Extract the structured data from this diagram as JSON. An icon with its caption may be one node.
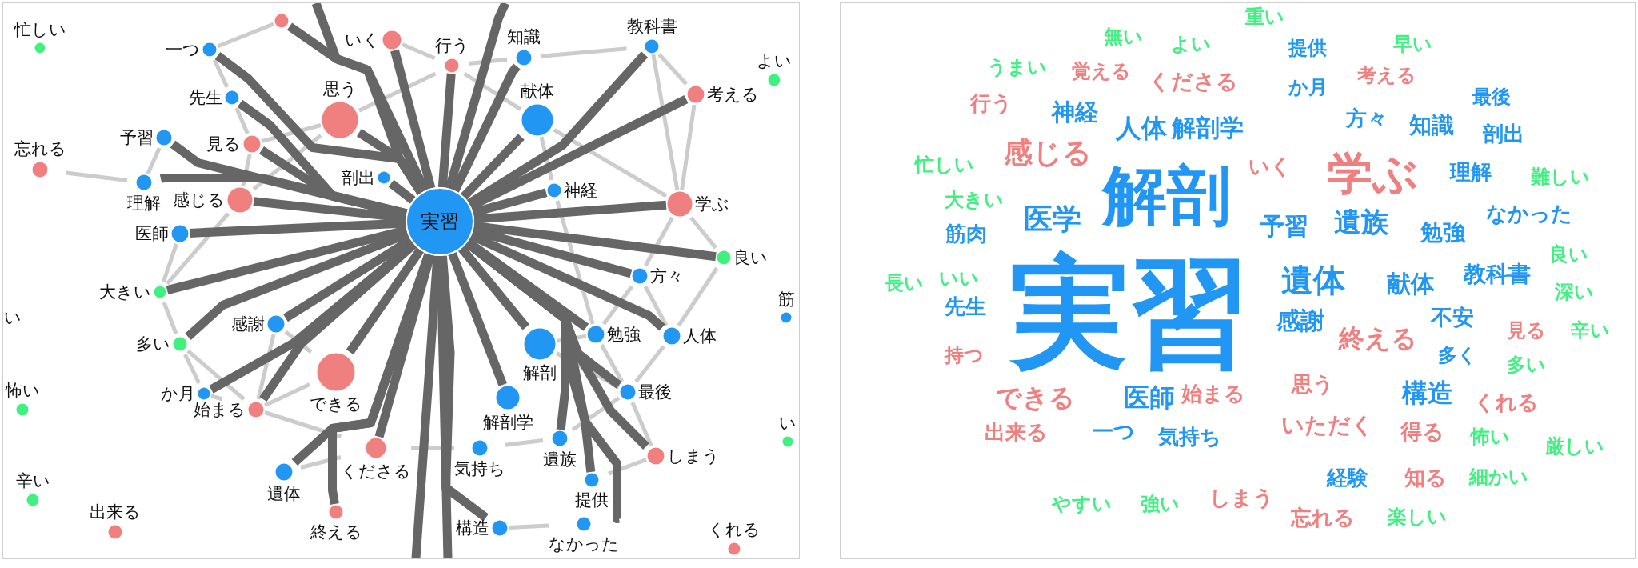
{
  "diagram": {
    "nodes": [
      {
        "text": [],
        "shape": "circle"
      },
      {
        "text": [
          "いく"
        ]
      },
      {
        "text": [
          "忙しい"
        ]
      },
      {
        "text": [
          "一つ"
        ]
      },
      {
        "text": [
          "行う"
        ]
      },
      {
        "text": [
          "知識"
        ]
      },
      {
        "text": [
          "教科書"
        ]
      },
      {
        "text": [
          "よい"
        ]
      },
      {
        "text": [
          "先生"
        ]
      },
      {
        "text": [
          "献体"
        ]
      },
      {
        "text": [
          "考える"
        ]
      },
      {
        "text": [
          "見る"
        ]
      },
      {
        "text": [
          "思う"
        ]
      },
      {
        "text": [
          "予習"
        ]
      },
      {
        "text": [
          "忘れる"
        ]
      },
      {
        "text": [
          "剖出"
        ]
      },
      {
        "text": [
          "理解"
        ]
      },
      {
        "text": [
          "神経"
        ]
      },
      {
        "text": [
          "感じる"
        ]
      },
      {
        "text": [
          "学ぶ"
        ]
      },
      {
        "text": [
          "実習"
        ]
      },
      {
        "text": [
          "医師"
        ]
      },
      {
        "text": [
          "良い"
        ]
      },
      {
        "text": [
          "方々"
        ]
      },
      {
        "text": [
          "大きい"
        ]
      },
      {
        "text": [
          "い"
        ]
      },
      {
        "text": [
          "筋"
        ]
      },
      {
        "text": [
          "勉強"
        ]
      },
      {
        "text": [
          "感謝"
        ]
      },
      {
        "text": [
          "多い"
        ]
      },
      {
        "text": [
          "人体"
        ]
      },
      {
        "text": [
          "解剖"
        ]
      },
      {
        "text": [
          "できる"
        ]
      },
      {
        "text": [
          "解剖学"
        ]
      },
      {
        "text": [
          "最後"
        ]
      },
      {
        "text": [
          "か月"
        ]
      },
      {
        "text": [
          "始まる"
        ]
      },
      {
        "text": [
          "怖い"
        ]
      },
      {
        "text": [
          "遺族"
        ]
      },
      {
        "text": [
          "気持ち"
        ]
      },
      {
        "text": [
          "くださる"
        ]
      },
      {
        "text": [
          "い"
        ]
      },
      {
        "text": [
          "提供"
        ]
      },
      {
        "text": [
          "しまう"
        ]
      },
      {
        "text": [
          "遺体"
        ]
      },
      {
        "text": [
          "終える"
        ]
      },
      {
        "text": [
          "なかった"
        ]
      },
      {
        "text": [
          "辛い"
        ]
      },
      {
        "text": [
          "出来る"
        ]
      },
      {
        "text": [
          "構造"
        ]
      },
      {
        "text": [
          "くれる"
        ]
      }
    ],
    "edges": [
      {
        "from": 20,
        "to": 0,
        "arrow": "none",
        "style": "thick",
        "color": "#666666"
      },
      {
        "from": 20,
        "to": 1,
        "arrow": "none",
        "style": "thick",
        "color": "#666666"
      },
      {
        "from": 20,
        "to": 3,
        "arrow": "none",
        "style": "thick",
        "color": "#666666"
      },
      {
        "from": 20,
        "to": 4,
        "arrow": "none",
        "style": "thick",
        "color": "#666666"
      },
      {
        "from": 20,
        "to": 5,
        "arrow": "none",
        "style": "thick",
        "color": "#666666"
      },
      {
        "from": 20,
        "to": 6,
        "arrow": "none",
        "style": "thick",
        "color": "#666666"
      },
      {
        "from": 20,
        "to": 8,
        "arrow": "none",
        "style": "thick",
        "color": "#666666"
      },
      {
        "from": 20,
        "to": 9,
        "arrow": "none",
        "style": "thick",
        "color": "#666666"
      },
      {
        "from": 20,
        "to": 10,
        "arrow": "none",
        "style": "thick",
        "color": "#666666"
      },
      {
        "from": 20,
        "to": 11,
        "arrow": "none",
        "style": "thick",
        "color": "#666666"
      },
      {
        "from": 20,
        "to": 12,
        "arrow": "none",
        "style": "thick",
        "color": "#666666"
      },
      {
        "from": 20,
        "to": 13,
        "arrow": "none",
        "style": "thick",
        "color": "#666666"
      },
      {
        "from": 20,
        "to": 15,
        "arrow": "none",
        "style": "thick",
        "color": "#666666"
      },
      {
        "from": 20,
        "to": 16,
        "arrow": "none",
        "style": "thick",
        "color": "#666666"
      },
      {
        "from": 20,
        "to": 17,
        "arrow": "none",
        "style": "thick",
        "color": "#666666"
      },
      {
        "from": 20,
        "to": 18,
        "arrow": "none",
        "style": "thick",
        "color": "#666666"
      },
      {
        "from": 20,
        "to": 19,
        "arrow": "none",
        "style": "thick",
        "color": "#666666"
      },
      {
        "from": 20,
        "to": 21,
        "arrow": "none",
        "style": "thick",
        "color": "#666666"
      },
      {
        "from": 20,
        "to": 22,
        "arrow": "none",
        "style": "thick",
        "color": "#666666"
      },
      {
        "from": 20,
        "to": 23,
        "arrow": "none",
        "style": "thick",
        "color": "#666666"
      },
      {
        "from": 20,
        "to": 24,
        "arrow": "none",
        "style": "thick",
        "color": "#666666"
      },
      {
        "from": 20,
        "to": 27,
        "arrow": "none",
        "style": "thick",
        "color": "#666666"
      },
      {
        "from": 20,
        "to": 28,
        "arrow": "none",
        "style": "thick",
        "color": "#666666"
      },
      {
        "from": 20,
        "to": 29,
        "arrow": "none",
        "style": "thick",
        "color": "#666666"
      },
      {
        "from": 20,
        "to": 30,
        "arrow": "none",
        "style": "thick",
        "color": "#666666"
      },
      {
        "from": 20,
        "to": 31,
        "arrow": "none",
        "style": "thick",
        "color": "#666666"
      },
      {
        "from": 20,
        "to": 32,
        "arrow": "none",
        "style": "thick",
        "color": "#666666"
      },
      {
        "from": 20,
        "to": 33,
        "arrow": "none",
        "style": "thick",
        "color": "#666666"
      },
      {
        "from": 20,
        "to": 34,
        "arrow": "none",
        "style": "thick",
        "color": "#666666"
      },
      {
        "from": 20,
        "to": 35,
        "arrow": "none",
        "style": "thick",
        "color": "#666666"
      },
      {
        "from": 20,
        "to": 36,
        "arrow": "none",
        "style": "thick",
        "color": "#666666"
      },
      {
        "from": 20,
        "to": 38,
        "arrow": "none",
        "style": "thick",
        "color": "#666666"
      },
      {
        "from": 20,
        "to": 40,
        "arrow": "none",
        "style": "thick",
        "color": "#666666"
      },
      {
        "from": 20,
        "to": 42,
        "arrow": "none",
        "style": "thick",
        "color": "#666666"
      },
      {
        "from": 20,
        "to": 43,
        "arrow": "none",
        "style": "thick",
        "color": "#666666"
      },
      {
        "from": 20,
        "to": 44,
        "arrow": "none",
        "style": "thick",
        "color": "#666666"
      },
      {
        "from": 20,
        "to": 45,
        "arrow": "none",
        "style": "thick",
        "color": "#666666"
      },
      {
        "from": 20,
        "to": 46,
        "arrow": "none",
        "style": "thick",
        "color": "#666666"
      },
      {
        "from": 20,
        "to": 49,
        "arrow": "none",
        "style": "thick",
        "color": "#666666"
      },
      {
        "from": null,
        "to": 20,
        "arrow": "none",
        "style": "thick",
        "color": "#666666"
      },
      {
        "from": null,
        "to": 20,
        "arrow": "none",
        "style": "thick",
        "color": "#666666"
      },
      {
        "from": null,
        "to": 20,
        "arrow": "none",
        "style": "thick",
        "color": "#666666"
      },
      {
        "from": null,
        "to": 20,
        "arrow": "none",
        "style": "thick",
        "color": "#666666"
      },
      {
        "from": 1,
        "to": 4,
        "arrow": "none"
      },
      {
        "from": 4,
        "to": 5,
        "arrow": "none"
      },
      {
        "from": 4,
        "to": 9,
        "arrow": "none"
      },
      {
        "from": 6,
        "to": 10,
        "arrow": "none"
      },
      {
        "from": 10,
        "to": 19,
        "arrow": "none"
      },
      {
        "from": 6,
        "to": 19,
        "arrow": "none"
      },
      {
        "from": 9,
        "to": 19,
        "arrow": "none"
      },
      {
        "from": 19,
        "to": 23,
        "arrow": "none"
      },
      {
        "from": 34,
        "to": 30,
        "arrow": "none"
      },
      {
        "from": 34,
        "to": 27,
        "arrow": "none"
      },
      {
        "from": 27,
        "to": 31,
        "arrow": "none"
      },
      {
        "from": 39,
        "to": 38,
        "arrow": "none"
      },
      {
        "from": 46,
        "to": 49,
        "arrow": "none"
      },
      {
        "from": 43,
        "to": 42,
        "arrow": "none"
      },
      {
        "from": 43,
        "to": 34,
        "arrow": "none"
      },
      {
        "from": 36,
        "to": 32,
        "arrow": "none"
      },
      {
        "from": 28,
        "to": 32,
        "arrow": "none"
      },
      {
        "from": 28,
        "to": 36,
        "arrow": "none"
      },
      {
        "from": 35,
        "to": 36,
        "arrow": "none"
      },
      {
        "from": 29,
        "to": 35,
        "arrow": "none"
      },
      {
        "from": 24,
        "to": 29,
        "arrow": "none"
      },
      {
        "from": 21,
        "to": 24,
        "arrow": "none"
      },
      {
        "from": 44,
        "to": 40,
        "arrow": "none"
      },
      {
        "from": 3,
        "to": 8,
        "arrow": "none"
      },
      {
        "from": 8,
        "to": 11,
        "arrow": "none"
      },
      {
        "from": 11,
        "to": 18,
        "arrow": "none"
      },
      {
        "from": 13,
        "to": 16,
        "arrow": "none"
      },
      {
        "from": 14,
        "to": 16,
        "arrow": "none"
      },
      {
        "from": 40,
        "to": 36,
        "arrow": "none"
      },
      {
        "from": 0,
        "to": 3,
        "arrow": "none"
      },
      {
        "from": 12,
        "to": 11,
        "arrow": "none"
      },
      {
        "from": 17,
        "to": 9,
        "arrow": "none"
      },
      {
        "from": 22,
        "to": 19,
        "arrow": "none"
      },
      {
        "from": 22,
        "to": 30,
        "arrow": "none"
      },
      {
        "from": 23,
        "to": 27,
        "arrow": "none"
      },
      {
        "from": 34,
        "to": 38,
        "arrow": "none"
      },
      {
        "from": 29,
        "to": 36,
        "arrow": "none"
      },
      {
        "from": 40,
        "to": 39,
        "arrow": "none"
      },
      {
        "from": 6,
        "to": 5,
        "arrow": "none"
      },
      {
        "from": 18,
        "to": 24,
        "arrow": "none"
      },
      {
        "from": 27,
        "to": 17,
        "arrow": "none"
      },
      {
        "from": 4,
        "to": 12,
        "arrow": "none"
      },
      {
        "from": 34,
        "to": 31,
        "arrow": "none"
      },
      {
        "from": 12,
        "to": 18,
        "arrow": "none"
      },
      {
        "from": 23,
        "to": 30,
        "arrow": "none"
      }
    ],
    "labels": [
      "重い",
      "無い",
      "よい",
      "提供",
      "早い",
      "行う",
      "うまい",
      "神経",
      "覚える",
      "くださる",
      "か月",
      "考える",
      "最後",
      "人体",
      "解剖学",
      "方々",
      "知識",
      "剖出",
      "忙しい",
      "感じる",
      "解剖",
      "いく",
      "学ぶ",
      "理解",
      "難しい",
      "大きい",
      "医学",
      "予習",
      "遺族",
      "勉強",
      "なかった",
      "筋肉",
      "良い",
      "長い",
      "いい",
      "先生",
      "実習",
      "遺体",
      "献体",
      "教科書",
      "深い",
      "感謝",
      "終える",
      "不安",
      "見る",
      "辛い",
      "持つ",
      "多く",
      "多い",
      "できる",
      "医師",
      "始まる",
      "思う",
      "構造",
      "くれる",
      "出来る",
      "一つ",
      "気持ち",
      "いただく",
      "得る",
      "怖い",
      "厳しい",
      "経験",
      "知る",
      "細かい",
      "やすい",
      "強い",
      "しまう",
      "忘れる",
      "楽しい"
    ]
  }
}
